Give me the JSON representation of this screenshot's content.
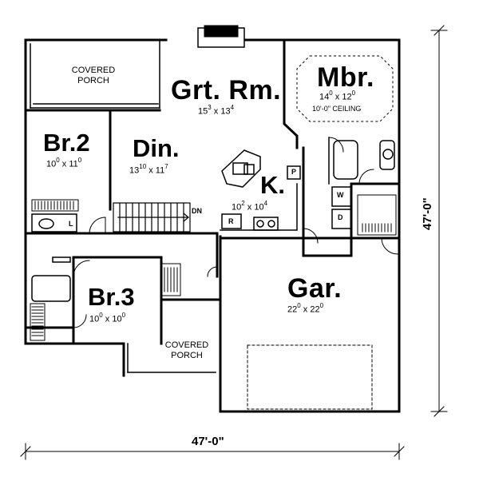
{
  "plan": {
    "overall_width": "47'-0\"",
    "overall_depth": "47'-0\"",
    "rooms": {
      "great_room": {
        "name": "Grt. Rm.",
        "w": "15",
        "w_in": "3",
        "d": "13",
        "d_in": "4"
      },
      "master": {
        "name": "Mbr.",
        "w": "14",
        "w_in": "0",
        "d": "12",
        "d_in": "0",
        "note": "10'-0\" CEILING"
      },
      "bedroom2": {
        "name": "Br.2",
        "w": "10",
        "w_in": "0",
        "d": "11",
        "d_in": "0"
      },
      "dining": {
        "name": "Din.",
        "w": "13",
        "w_in": "10",
        "d": "11",
        "d_in": "7"
      },
      "kitchen": {
        "name": "K.",
        "w": "10",
        "w_in": "2",
        "d": "10",
        "d_in": "4"
      },
      "bedroom3": {
        "name": "Br.3",
        "w": "10",
        "w_in": "0",
        "d": "10",
        "d_in": "0"
      },
      "garage": {
        "name": "Gar.",
        "w": "22",
        "w_in": "0",
        "d": "22",
        "d_in": "0"
      }
    },
    "porch_top": {
      "line1": "COVERED",
      "line2": "PORCH"
    },
    "porch_front": {
      "line1": "COVERED",
      "line2": "PORCH"
    },
    "marks": {
      "dn": "DN",
      "pantry": "P",
      "refrigerator": "R",
      "linen": "L",
      "washer": "W",
      "dryer": "D"
    },
    "x_sign": "x"
  }
}
